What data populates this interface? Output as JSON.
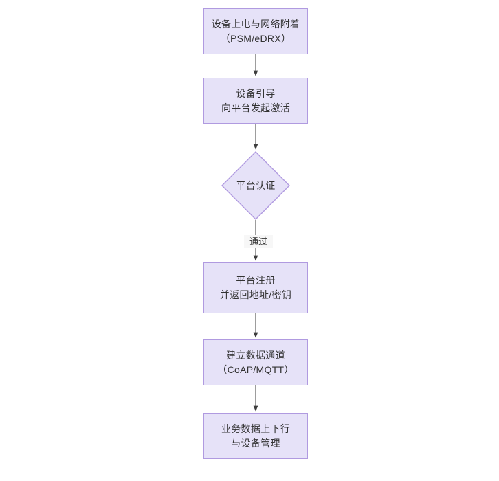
{
  "diagram": {
    "type": "flowchart",
    "orientation": "vertical",
    "background_color": "#ffffff",
    "node_fill_color": "#e6e2f8",
    "node_border_color": "#b09ae0",
    "text_color": "#333333",
    "connector_color": "#4d4d4d",
    "nodes": [
      {
        "id": "n1",
        "shape": "rectangle",
        "line1": "设备上电与网络附着",
        "line2": "（PSM/eDRX）"
      },
      {
        "id": "n2",
        "shape": "rectangle",
        "line1": "设备引导",
        "line2": "向平台发起激活"
      },
      {
        "id": "n3",
        "shape": "diamond",
        "line1": "平台认证",
        "line2": ""
      },
      {
        "id": "n4",
        "shape": "rectangle",
        "line1": "平台注册",
        "line2": "并返回地址/密钥"
      },
      {
        "id": "n5",
        "shape": "rectangle",
        "line1": "建立数据通道",
        "line2": "（CoAP/MQTT）"
      },
      {
        "id": "n6",
        "shape": "rectangle",
        "line1": "业务数据上下行",
        "line2": "与设备管理"
      }
    ],
    "edges": [
      {
        "from": "n1",
        "to": "n2",
        "label": ""
      },
      {
        "from": "n2",
        "to": "n3",
        "label": ""
      },
      {
        "from": "n3",
        "to": "n4",
        "label": "通过"
      },
      {
        "from": "n4",
        "to": "n5",
        "label": ""
      },
      {
        "from": "n5",
        "to": "n6",
        "label": ""
      }
    ]
  }
}
